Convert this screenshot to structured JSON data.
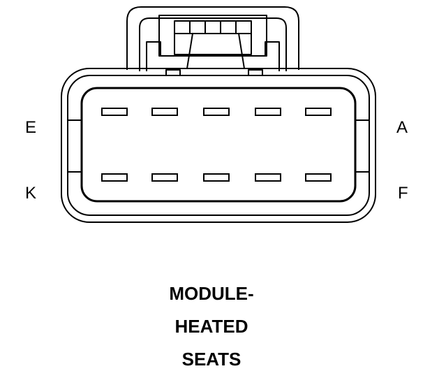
{
  "diagram": {
    "pin_labels": {
      "top_left": "E",
      "bottom_left": "K",
      "top_right": "A",
      "bottom_right": "F"
    },
    "caption_lines": [
      "MODULE-",
      "HEATED",
      "SEATS"
    ],
    "colors": {
      "stroke": "#000000",
      "background": "#ffffff"
    },
    "pins_per_row": 5,
    "pin_rows": 2
  }
}
